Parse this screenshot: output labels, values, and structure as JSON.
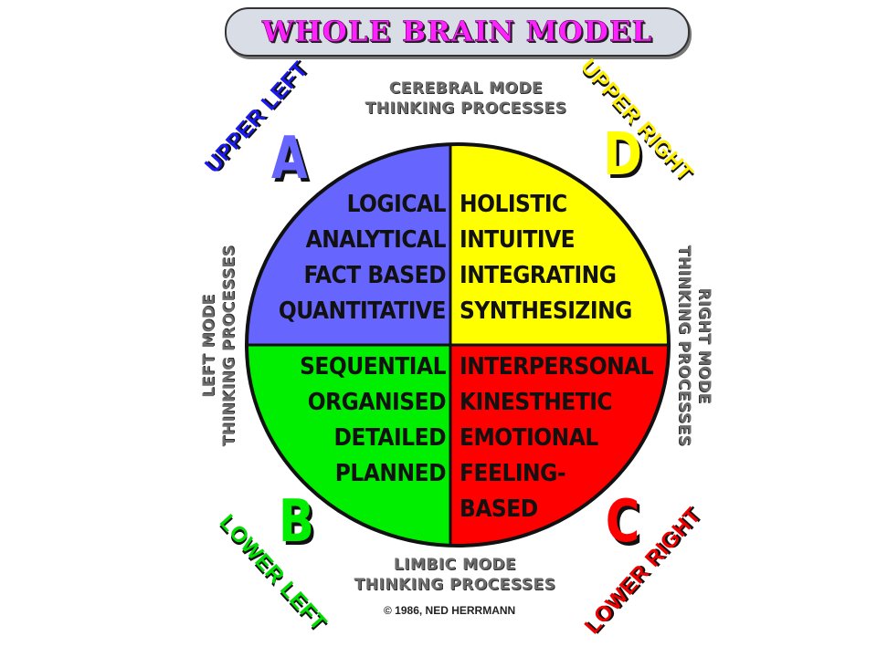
{
  "title": "WHOLE BRAIN MODEL",
  "colors": {
    "upper_left": "#6666ff",
    "upper_right": "#ffff00",
    "lower_left": "#00ee00",
    "lower_right": "#ff0000",
    "mode_label": "#6d6d6d",
    "title": "#ff22ff",
    "corner_upper_left": "#1a1aee",
    "corner_upper_right": "#ffee00",
    "corner_lower_left": "#00dd00",
    "corner_lower_right": "#ee0000"
  },
  "modes": {
    "top": [
      "CEREBRAL MODE",
      "THINKING PROCESSES"
    ],
    "bottom": [
      "LIMBIC MODE",
      "THINKING PROCESSES"
    ],
    "left": [
      "LEFT MODE",
      "THINKING PROCESSES"
    ],
    "right": [
      "RIGHT MODE",
      "THINKING PROCESSES"
    ]
  },
  "quadrants": {
    "A": {
      "letter": "A",
      "position_label": "UPPER LEFT",
      "traits": [
        "LOGICAL",
        "ANALYTICAL",
        "FACT BASED",
        "QUANTITATIVE"
      ]
    },
    "D": {
      "letter": "D",
      "position_label": "UPPER RIGHT",
      "traits": [
        "HOLISTIC",
        "INTUITIVE",
        "INTEGRATING",
        "SYNTHESIZING"
      ]
    },
    "B": {
      "letter": "B",
      "position_label": "LOWER LEFT",
      "traits": [
        "SEQUENTIAL",
        "ORGANISED",
        "DETAILED",
        "PLANNED"
      ]
    },
    "C": {
      "letter": "C",
      "position_label": "LOWER RIGHT",
      "traits": [
        "INTERPERSONAL",
        "KINESTHETIC",
        "EMOTIONAL",
        "FEELING-",
        "BASED"
      ]
    }
  },
  "copyright": "©  1986, NED HERRMANN"
}
